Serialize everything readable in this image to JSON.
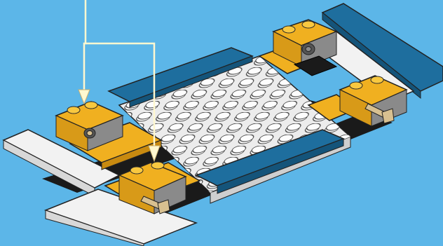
{
  "scene": {
    "description_label": "",
    "colors": {
      "background": "#5cb6e8",
      "white_plate": "#f5f5f5",
      "blue_tile": "#1e6e9e",
      "yellow_brick": "#f0b020",
      "grey_brick": "#8a8a8a",
      "black_plate": "#1a1a1a",
      "tan_axle": "#d8c090",
      "arrow": "#fff8d0"
    },
    "parts": [
      {
        "kind": "base-plate",
        "color": "white"
      },
      {
        "kind": "tile",
        "color": "blue"
      },
      {
        "kind": "brick-with-axle-hole",
        "color": "grey"
      },
      {
        "kind": "plate",
        "color": "yellow"
      },
      {
        "kind": "plate",
        "color": "black"
      },
      {
        "kind": "axle",
        "color": "tan"
      }
    ],
    "callout_arrows": 2
  }
}
